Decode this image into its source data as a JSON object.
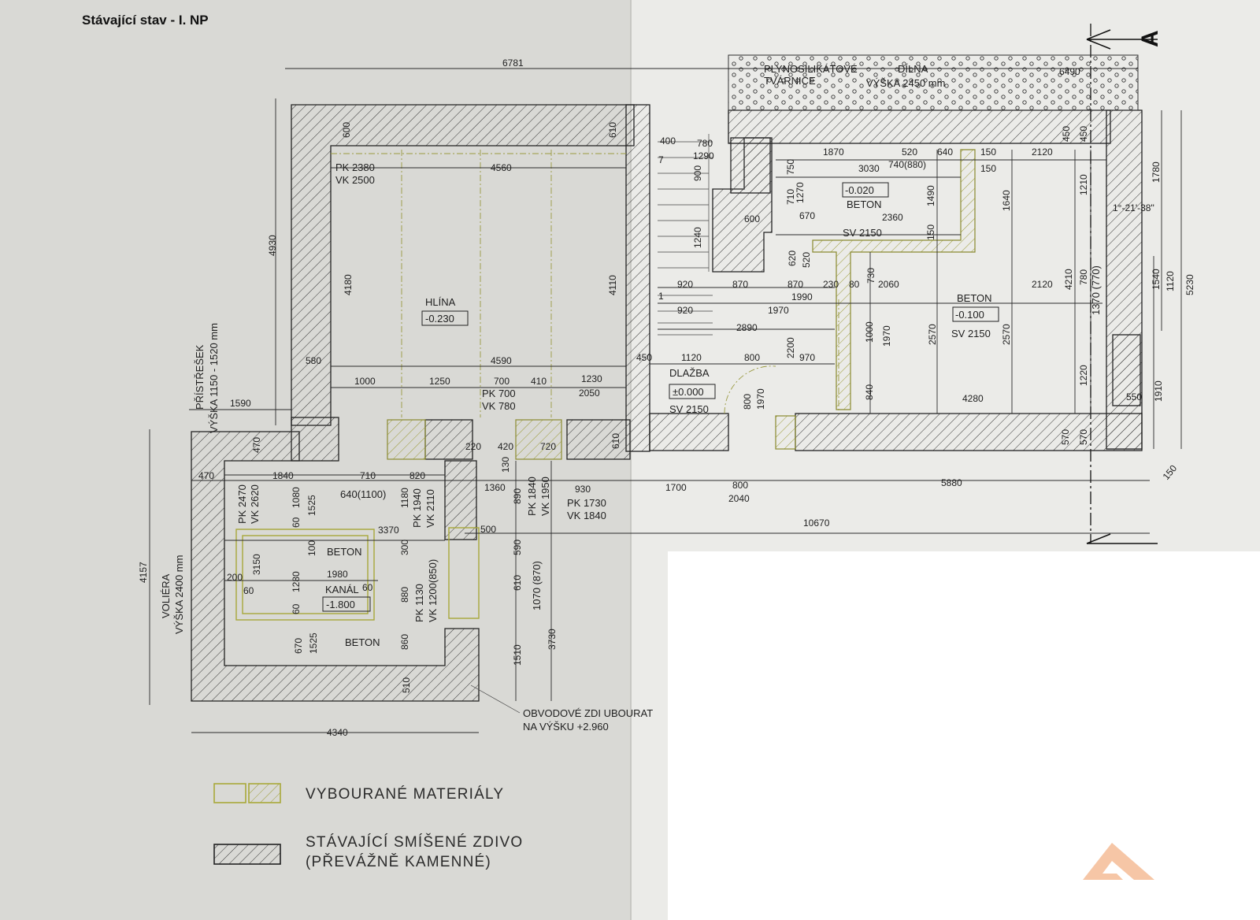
{
  "title": "Stávající stav - I. NP",
  "section_marker": "A",
  "rooms": {
    "hlina": {
      "name": "HLÍNA",
      "level": "-0.230",
      "pk": "PK 2380",
      "vk": "VK 2500"
    },
    "dilna": {
      "line1": "PLYNOSILIKÁTOVÉ",
      "line2": "DÍLNA",
      "line3": "TVÁRNICE",
      "line4": "VÝŠKA 2450 mm"
    },
    "beton_top": {
      "level": "-0.020",
      "name": "BETON",
      "sv": "SV 2150"
    },
    "beton_right": {
      "name": "BETON",
      "level": "-0.100",
      "sv": "SV 2150"
    },
    "dlazba": {
      "name": "DLAŽBA",
      "level": "±0.000",
      "sv": "SV 2150"
    },
    "pristresek": {
      "line1": "PŘÍSTŘEŠEK",
      "line2": "VÝŠKA 1150 - 1520 mm"
    },
    "voliera": {
      "line1": "VOLIÉRA",
      "line2": "VÝŠKA 2400 mm"
    },
    "kanal": {
      "name": "KANÁL",
      "level": "-1.800",
      "beton1": "BETON",
      "beton2": "BETON"
    },
    "door_labels": {
      "pk700": "PK 700",
      "vk780": "VK 780",
      "pk2470": "PK 2470",
      "vk2620": "VK 2620",
      "pk1940": "PK 1940",
      "vk2110": "VK 2110",
      "pk1840": "PK 1840",
      "vk1950": "VK 1950",
      "pk1730": "PK 1730",
      "vk1840": "VK 1840",
      "pk1130": "PK 1130",
      "vk1200": "VK 1200(850)",
      "w640": "640(1100)",
      "w1070": "1070 (870)",
      "w1370": "1370 (770)"
    }
  },
  "note": {
    "line1": "OBVODOVÉ ZDI UBOURAT",
    "line2": "NA VÝŠKU +2.960"
  },
  "legend": [
    {
      "label": "VYBOURANÉ MATERIÁLY"
    },
    {
      "label1": "STÁVAJÍCÍ SMÍŠENÉ ZDIVO",
      "label2": "(PŘEVÁŽNĚ KAMENNÉ)"
    }
  ],
  "dims": {
    "top": [
      "6781",
      "6490"
    ],
    "left_col": [
      "4930",
      "4157",
      "1590",
      "580",
      "470",
      "470",
      "4340"
    ],
    "hlina": [
      "600",
      "610",
      "4560",
      "4180",
      "4110",
      "4590",
      "1000",
      "1250",
      "700",
      "410",
      "1230",
      "2050"
    ],
    "stairs": [
      "400",
      "780",
      "1290",
      "7",
      "900",
      "1240",
      "920",
      "920",
      "1",
      "600",
      "870",
      "870",
      "1990",
      "1970",
      "2890",
      "750",
      "710",
      "1270",
      "670",
      "620",
      "520",
      "230",
      "80",
      "2360"
    ],
    "beton_top": [
      "1870",
      "520",
      "640",
      "150",
      "2120",
      "3030",
      "740(880)",
      "150",
      "1490",
      "150",
      "1640"
    ],
    "east": [
      "450",
      "450",
      "1210",
      "1780",
      "1°-21'-38\"",
      "2060",
      "2120",
      "730",
      "1000",
      "1970",
      "2570",
      "2570",
      "4210",
      "780",
      "1540",
      "1120",
      "5230",
      "1220",
      "1910",
      "550",
      "4280",
      "840",
      "570",
      "570",
      "150"
    ],
    "dlazba": [
      "450",
      "1120",
      "800",
      "2200",
      "970",
      "800",
      "1970"
    ],
    "bottom": [
      "930",
      "1700",
      "800",
      "2040",
      "5880",
      "10670",
      "1360",
      "500",
      "3370",
      "220",
      "420",
      "720",
      "610",
      "130",
      "890",
      "590",
      "610",
      "1510",
      "3730"
    ],
    "voliera": [
      "1840",
      "710",
      "820",
      "1080",
      "1525",
      "1180",
      "60",
      "100",
      "300",
      "3150",
      "1280",
      "1980",
      "60",
      "200",
      "60",
      "60",
      "880",
      "670",
      "1525",
      "860",
      "510"
    ]
  }
}
